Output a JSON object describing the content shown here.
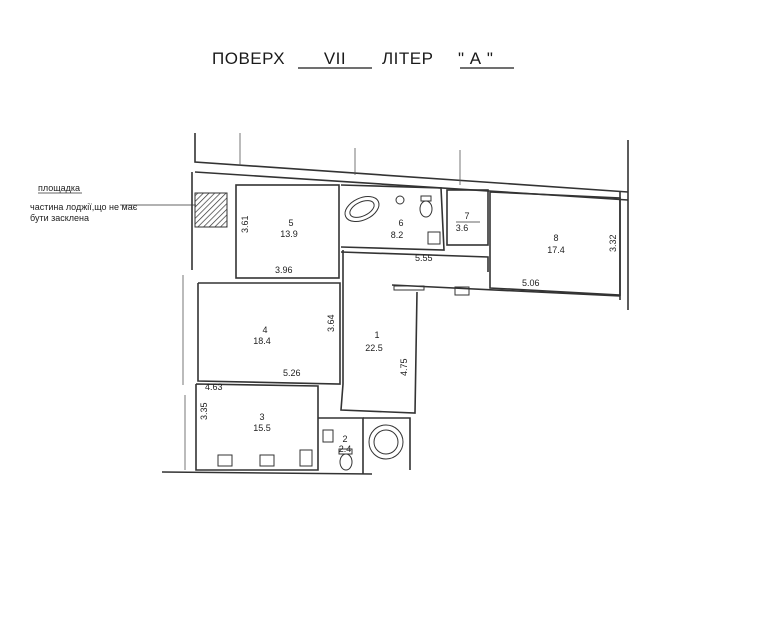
{
  "header": {
    "floor_word": "ПОВЕРХ",
    "floor_value": "VII",
    "liter_word": "ЛІТЕР",
    "liter_value": "\" А \""
  },
  "legend": {
    "title": "площадка",
    "line1": "частина лоджії,що не має",
    "line2": "бути засклена"
  },
  "rooms": [
    {
      "number": "2",
      "area": "2.4"
    },
    {
      "number": "3",
      "area": "15.5"
    },
    {
      "number": "4",
      "area": "18.4"
    },
    {
      "number": "1",
      "area": "22.5"
    },
    {
      "number": "5",
      "area": "13.9"
    },
    {
      "number": "6",
      "area": "8.2"
    },
    {
      "number": "7",
      "area": "3.6"
    },
    {
      "number": "8",
      "area": "17.4"
    }
  ],
  "dimensions": [
    "3.61",
    "3.96",
    "5.55",
    "3.32",
    "5.06",
    "3.64",
    "4.75",
    "5.26",
    "4.63",
    "3.35"
  ]
}
